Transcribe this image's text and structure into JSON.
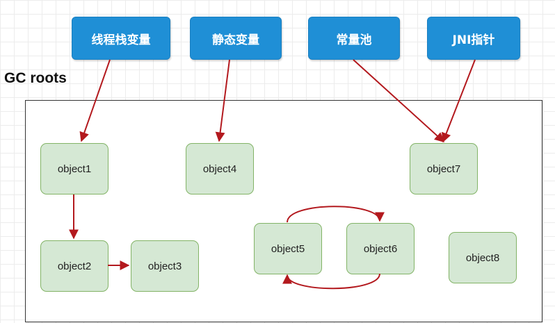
{
  "diagram": {
    "title": "GC roots",
    "roots": [
      {
        "id": "thread-stack",
        "label": "线程栈变量"
      },
      {
        "id": "static",
        "label": "静态变量"
      },
      {
        "id": "constant-pool",
        "label": "常量池"
      },
      {
        "id": "jni",
        "label": "JNI指针"
      }
    ],
    "objects": [
      {
        "id": "object1",
        "label": "object1"
      },
      {
        "id": "object2",
        "label": "object2"
      },
      {
        "id": "object3",
        "label": "object3"
      },
      {
        "id": "object4",
        "label": "object4"
      },
      {
        "id": "object5",
        "label": "object5"
      },
      {
        "id": "object6",
        "label": "object6"
      },
      {
        "id": "object7",
        "label": "object7"
      },
      {
        "id": "object8",
        "label": "object8"
      }
    ],
    "edges": [
      {
        "from": "thread-stack",
        "to": "object1"
      },
      {
        "from": "static",
        "to": "object4"
      },
      {
        "from": "constant-pool",
        "to": "object7"
      },
      {
        "from": "jni",
        "to": "object7"
      },
      {
        "from": "object1",
        "to": "object2"
      },
      {
        "from": "object2",
        "to": "object3"
      },
      {
        "from": "object5",
        "to": "object6"
      },
      {
        "from": "object6",
        "to": "object5"
      }
    ],
    "colors": {
      "root_fill": "#1f8fd6",
      "object_fill": "#d5e8d4",
      "object_border": "#82b366",
      "edge": "#b3191e"
    }
  }
}
